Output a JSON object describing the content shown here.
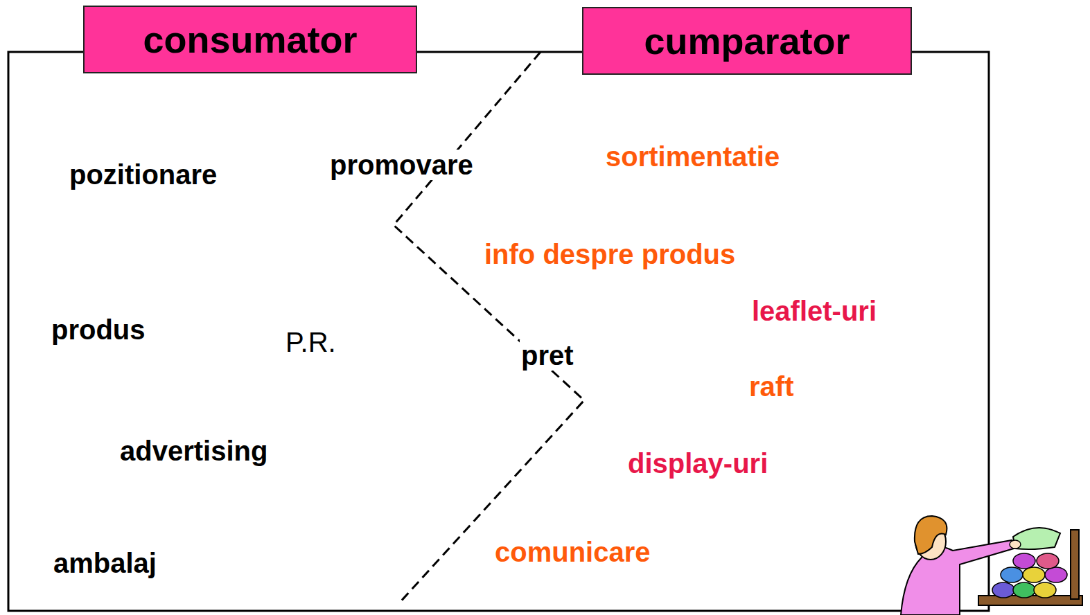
{
  "diagram": {
    "nodes": [
      {
        "text": [
          "consumator"
        ]
      },
      {
        "text": [
          "cumparator"
        ]
      }
    ],
    "labels": [
      "pozitionare",
      "promovare",
      "sortimentatie",
      "info despre produs",
      "leaflet-uri",
      "produs",
      "P.R.",
      "pret",
      "raft",
      "advertising",
      "display-uri",
      "ambalaj",
      "comunicare"
    ]
  }
}
